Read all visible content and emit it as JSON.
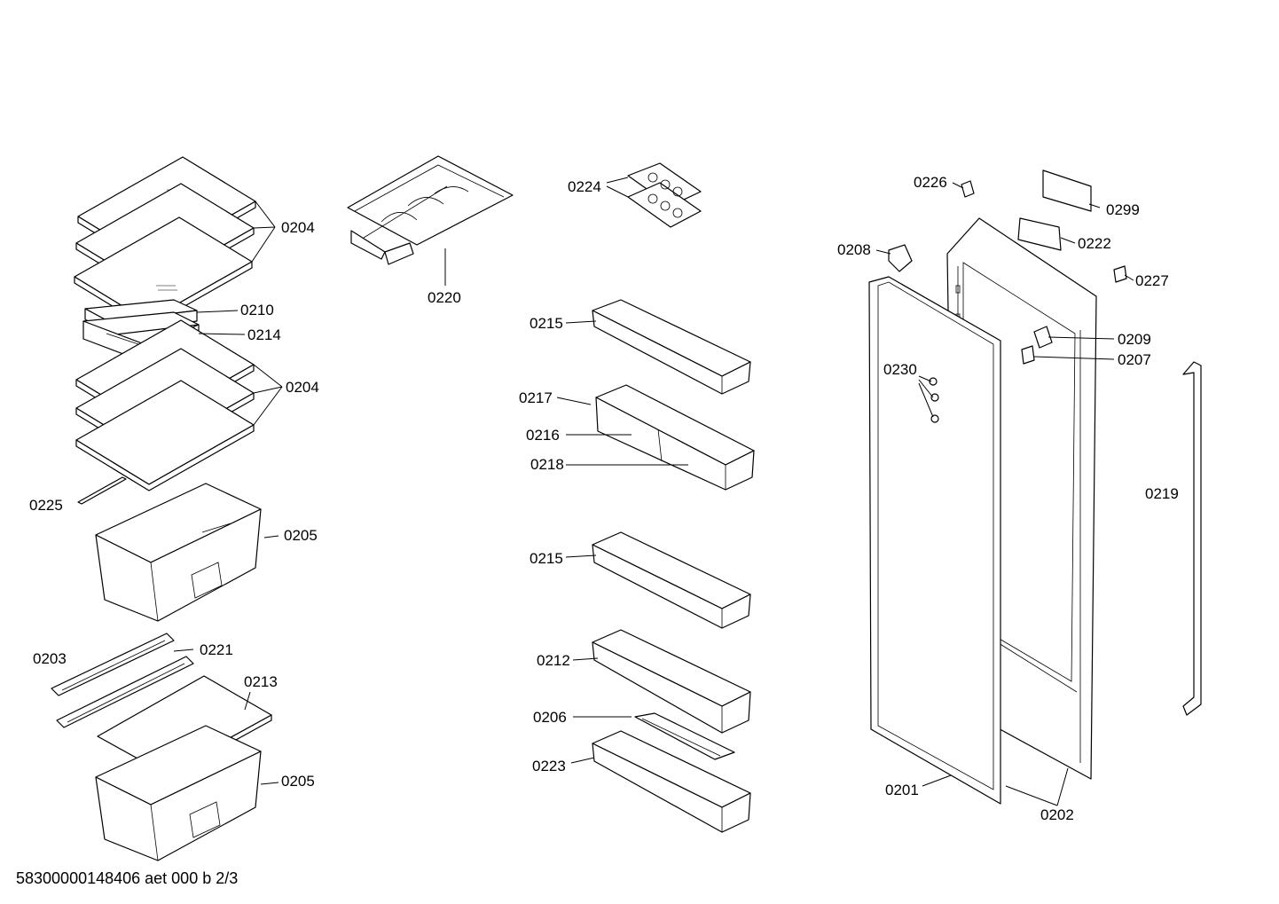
{
  "parts": {
    "p0204a": "0204",
    "p0210": "0210",
    "p0214": "0214",
    "p0204b": "0204",
    "p0225": "0225",
    "p0205a": "0205",
    "p0203": "0203",
    "p0221": "0221",
    "p0213": "0213",
    "p0205b": "0205",
    "p0220": "0220",
    "p0224": "0224",
    "p0215a": "0215",
    "p0217": "0217",
    "p0216": "0216",
    "p0218": "0218",
    "p0215b": "0215",
    "p0212": "0212",
    "p0206": "0206",
    "p0223": "0223",
    "p0226": "0226",
    "p0299": "0299",
    "p0222": "0222",
    "p0208": "0208",
    "p0227": "0227",
    "p0209": "0209",
    "p0207": "0207",
    "p0230": "0230",
    "p0219": "0219",
    "p0201": "0201",
    "p0202": "0202"
  },
  "footer": "58300000148406 aet 000 b 2/3"
}
